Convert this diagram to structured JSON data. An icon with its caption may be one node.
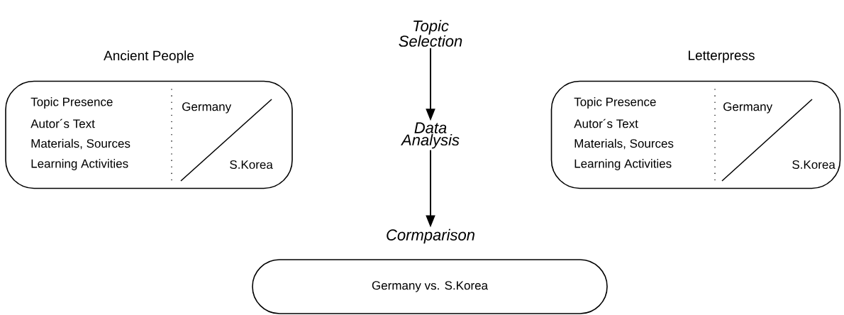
{
  "diagram": {
    "nodes": [
      {
        "text": [
          "Ancient People",
          "Topic Presence",
          "Autor´s Text",
          "Materials, Sources",
          "Learning Activities",
          "Germany",
          "S.Korea"
        ]
      },
      {
        "text": [
          "Topic Selection"
        ]
      },
      {
        "text": [
          "Data Analysis"
        ]
      },
      {
        "text": [
          "Letterpress",
          "Topic Presence",
          "Autor´s Text",
          "Materials, Sources",
          "Learning Activities",
          "Germany",
          "S.Korea"
        ]
      },
      {
        "text": [
          "Cormparison",
          "Germany vs. S.Korea"
        ]
      }
    ],
    "edges": [
      {
        "from": 1,
        "to": 2,
        "arrow": "to"
      },
      {
        "from": 2,
        "to": 4,
        "arrow": "to"
      }
    ]
  }
}
